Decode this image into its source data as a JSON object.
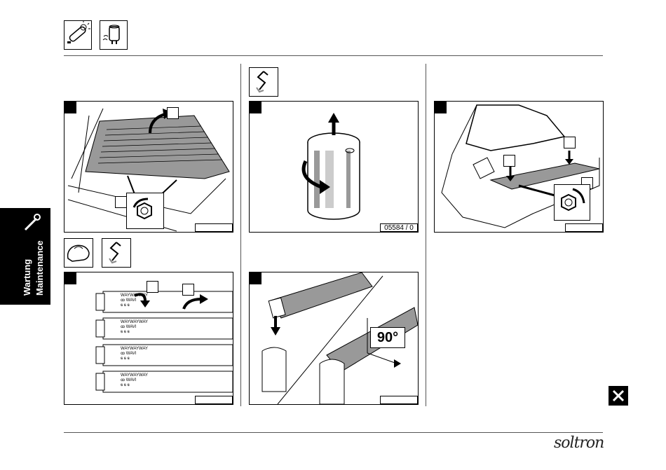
{
  "side_tab": {
    "title_de": "Wartung",
    "title_en": "Maintenance",
    "icon": "wrench-icon"
  },
  "header_icons": [
    "tube-lamp-icon",
    "starter-icon"
  ],
  "sections": {
    "left_top": {
      "step_icons": [],
      "figure_label": ""
    },
    "left_bottom": {
      "step_icons": [
        "glove-hand-icon",
        "replace-arrows-icon"
      ],
      "figure_label": ""
    },
    "middle_top": {
      "step_icons": [
        "replace-arrows-icon"
      ],
      "figure_label": "05584 / 0"
    },
    "middle_bottom": {
      "figure_label": "",
      "angle_label": "90°"
    },
    "right_top": {
      "figure_label": ""
    }
  },
  "tube_print": {
    "line1": "WAYWAYWAY",
    "line2": "ꝏ WAVI",
    "line3": "ꞩ ꞩ ꞩ"
  },
  "close_icon": "close-icon",
  "brand": "soltron",
  "colors": {
    "tab_bg": "#000000",
    "line": "#555555",
    "panel_gray": "#888888"
  }
}
